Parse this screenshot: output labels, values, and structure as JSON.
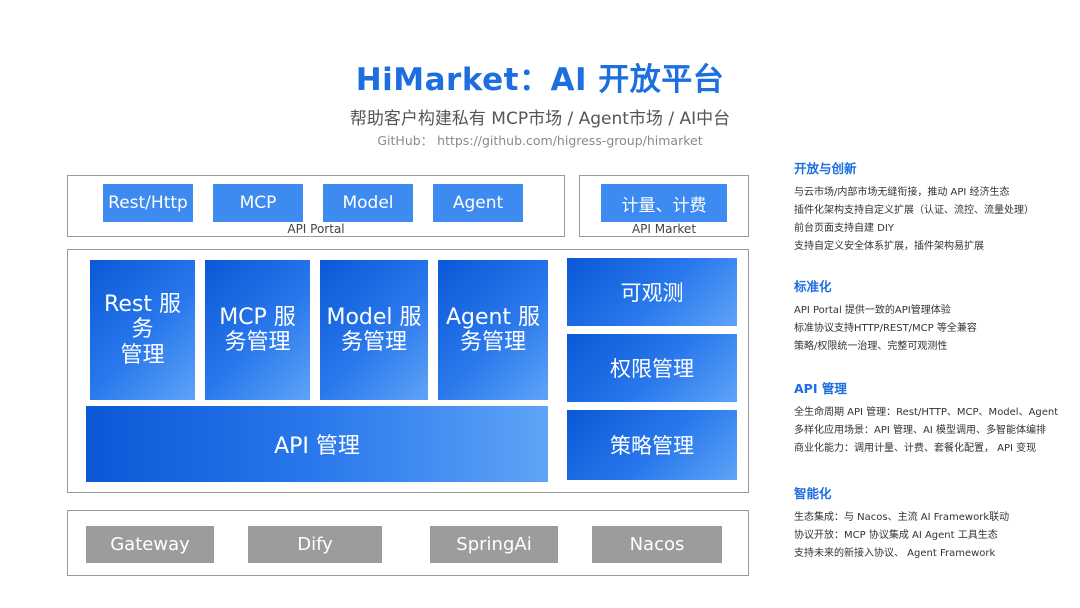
{
  "header": {
    "title": "HiMarket：AI 开放平台",
    "subtitle": "帮助客户构建私有 MCP市场 / Agent市场 / AI中台",
    "github": "GitHub： https://github.com/higress-group/himarket"
  },
  "portal": {
    "caption": "API Portal",
    "chips": [
      "Rest/Http",
      "MCP",
      "Model",
      "Agent"
    ]
  },
  "market": {
    "caption": "API Market",
    "chip": "计量、计费"
  },
  "core": {
    "tiles": [
      "Rest 服务\n管理",
      "MCP 服\n务管理",
      "Model 服\n务管理",
      "Agent 服\n务管理"
    ],
    "api_bar": "API 管理",
    "side_tiles": [
      "可观测",
      "权限管理",
      "策略管理"
    ]
  },
  "integrations": [
    "Gateway",
    "Dify",
    "SpringAi",
    "Nacos"
  ],
  "features": [
    {
      "heading": "开放与创新",
      "lines": [
        "与云市场/内部市场无缝衔接，推动 API 经济生态",
        "插件化架构支持自定义扩展（认证、流控、流量处理）",
        "前台页面支持自建 DIY",
        "支持自定义安全体系扩展，插件架构易扩展"
      ]
    },
    {
      "heading": "标准化",
      "lines": [
        "API Portal 提供一致的API管理体验",
        "标准协议支持HTTP/REST/MCP 等全兼容",
        "策略/权限统一治理、完整可观测性"
      ]
    },
    {
      "heading": "API 管理",
      "lines": [
        "全生命周期 API 管理：Rest/HTTP、MCP、Model、Agent",
        "多样化应用场景：API 管理、AI 模型调用、多智能体编排",
        "商业化能力：调用计量、计费、套餐化配置， API 变现"
      ]
    },
    {
      "heading": "智能化",
      "lines": [
        "生态集成：与 Nacos、主流 AI Framework联动",
        "协议开放：MCP 协议集成 AI Agent 工具生态",
        "支持未来的新接入协议、 Agent Framework"
      ]
    }
  ]
}
